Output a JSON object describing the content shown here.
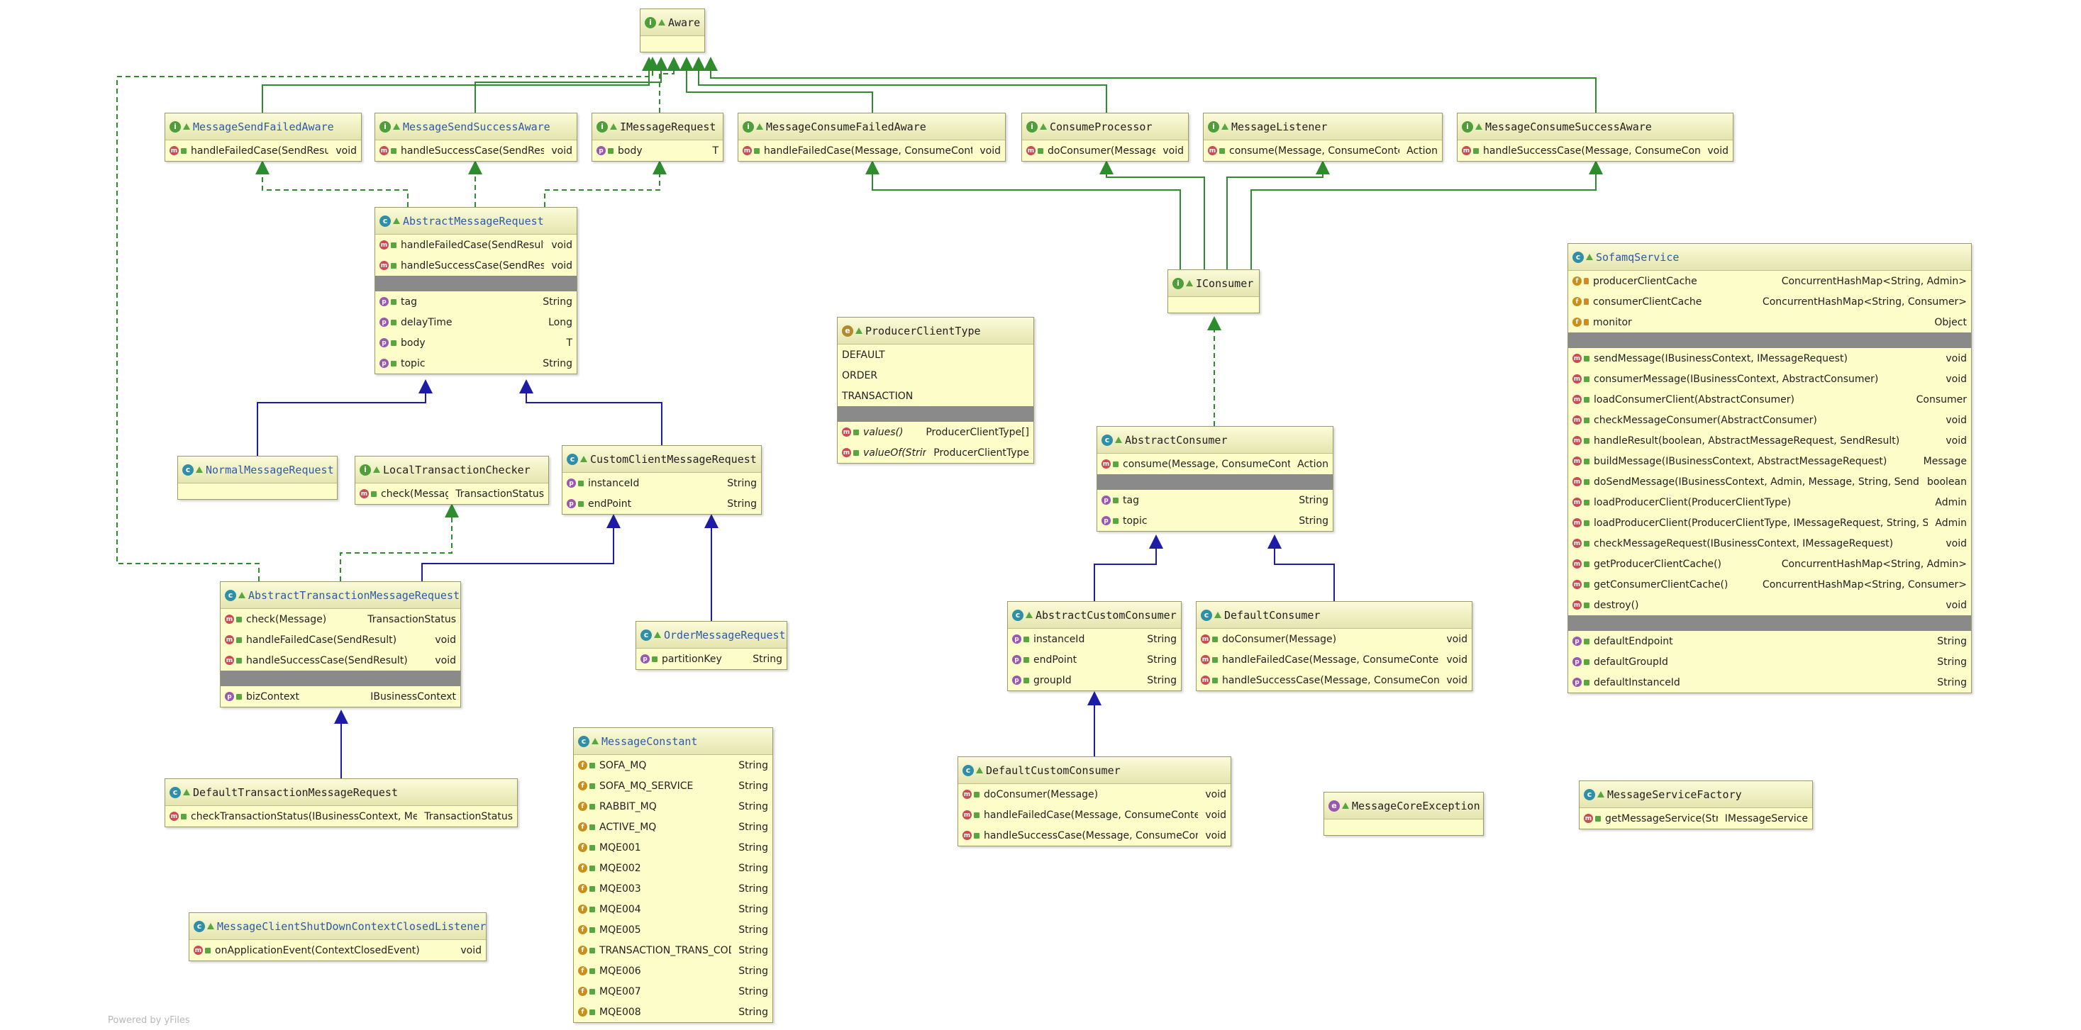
{
  "footer_text": "Powered by yFiles",
  "colors": {
    "node_fill": "#fdfdc9",
    "implements_edge": "#2e8b2e",
    "extends_edge": "#1c1ca6",
    "class_icon": "#2f8fa8",
    "interface_icon": "#4f9e3a",
    "method_icon": "#cc4a52",
    "field_icon": "#c98f1c",
    "property_icon": "#9a58b0"
  },
  "nodes": [
    {
      "id": "Aware",
      "kind": "interface",
      "title": "Aware",
      "sections": [
        []
      ]
    },
    {
      "id": "MessageSendFailedAware",
      "kind": "interface",
      "title": "MessageSendFailedAware",
      "abstract": true,
      "sections": [
        [
          {
            "icon": "m",
            "name": "handleFailedCase(SendResult)",
            "type": "void"
          }
        ]
      ]
    },
    {
      "id": "MessageSendSuccessAware",
      "kind": "interface",
      "title": "MessageSendSuccessAware",
      "abstract": true,
      "sections": [
        [
          {
            "icon": "m",
            "name": "handleSuccessCase(SendResult)",
            "type": "void"
          }
        ]
      ]
    },
    {
      "id": "IMessageRequest",
      "kind": "interface",
      "title": "IMessageRequest",
      "sections": [
        [
          {
            "icon": "p",
            "name": "body",
            "type": "T"
          }
        ]
      ]
    },
    {
      "id": "MessageConsumeFailedAware",
      "kind": "interface",
      "title": "MessageConsumeFailedAware",
      "sections": [
        [
          {
            "icon": "m",
            "name": "handleFailedCase(Message, ConsumeContext)",
            "type": "void"
          }
        ]
      ]
    },
    {
      "id": "ConsumeProcessor",
      "kind": "interface",
      "title": "ConsumeProcessor",
      "sections": [
        [
          {
            "icon": "m",
            "name": "doConsumer(Message)",
            "type": "void"
          }
        ]
      ]
    },
    {
      "id": "MessageListener",
      "kind": "interface",
      "title": "MessageListener",
      "sections": [
        [
          {
            "icon": "m",
            "name": "consume(Message, ConsumeContext)",
            "type": "Action"
          }
        ]
      ]
    },
    {
      "id": "MessageConsumeSuccessAware",
      "kind": "interface",
      "title": "MessageConsumeSuccessAware",
      "sections": [
        [
          {
            "icon": "m",
            "name": "handleSuccessCase(Message, ConsumeContext)",
            "type": "void"
          }
        ]
      ]
    },
    {
      "id": "AbstractMessageRequest",
      "kind": "class",
      "title": "AbstractMessageRequest",
      "abstract": true,
      "sections": [
        [
          {
            "icon": "m",
            "name": "handleFailedCase(SendResult)",
            "type": "void"
          },
          {
            "icon": "m",
            "name": "handleSuccessCase(SendResult)",
            "type": "void"
          }
        ],
        [
          {
            "icon": "p",
            "name": "tag",
            "type": "String"
          },
          {
            "icon": "p",
            "name": "delayTime",
            "type": "Long"
          },
          {
            "icon": "p",
            "name": "body",
            "type": "T"
          },
          {
            "icon": "p",
            "name": "topic",
            "type": "String"
          }
        ]
      ]
    },
    {
      "id": "IConsumer",
      "kind": "interface",
      "title": "IConsumer",
      "sections": [
        []
      ]
    },
    {
      "id": "SofamqService",
      "kind": "class",
      "title": "SofamqService",
      "abstract": true,
      "sections": [
        [
          {
            "icon": "f",
            "vis": "priv",
            "name": "producerClientCache",
            "type": "ConcurrentHashMap<String, Admin>"
          },
          {
            "icon": "f",
            "vis": "priv",
            "name": "consumerClientCache",
            "type": "ConcurrentHashMap<String, Consumer>"
          },
          {
            "icon": "f",
            "vis": "priv",
            "name": "monitor",
            "type": "Object"
          }
        ],
        [
          {
            "icon": "m",
            "name": "sendMessage(IBusinessContext, IMessageRequest)",
            "type": "void"
          },
          {
            "icon": "m",
            "name": "consumerMessage(IBusinessContext, AbstractConsumer)",
            "type": "void"
          },
          {
            "icon": "m",
            "name": "loadConsumerClient(AbstractConsumer)",
            "type": "Consumer"
          },
          {
            "icon": "m",
            "name": "checkMessageConsumer(AbstractConsumer)",
            "type": "void"
          },
          {
            "icon": "m",
            "name": "handleResult(boolean, AbstractMessageRequest, SendResult)",
            "type": "void"
          },
          {
            "icon": "m",
            "name": "buildMessage(IBusinessContext, AbstractMessageRequest)",
            "type": "Message"
          },
          {
            "icon": "m",
            "name": "doSendMessage(IBusinessContext, Admin, Message, String, SendResult)",
            "type": "boolean"
          },
          {
            "icon": "m",
            "name": "loadProducerClient(ProducerClientType)",
            "type": "Admin"
          },
          {
            "icon": "m",
            "name": "loadProducerClient(ProducerClientType, IMessageRequest, String, String)",
            "type": "Admin"
          },
          {
            "icon": "m",
            "name": "checkMessageRequest(IBusinessContext, IMessageRequest)",
            "type": "void"
          },
          {
            "icon": "m",
            "name": "getProducerClientCache()",
            "type": "ConcurrentHashMap<String, Admin>"
          },
          {
            "icon": "m",
            "name": "getConsumerClientCache()",
            "type": "ConcurrentHashMap<String, Consumer>"
          },
          {
            "icon": "m",
            "name": "destroy()",
            "type": "void"
          }
        ],
        [
          {
            "icon": "p",
            "name": "defaultEndpoint",
            "type": "String"
          },
          {
            "icon": "p",
            "name": "defaultGroupId",
            "type": "String"
          },
          {
            "icon": "p",
            "name": "defaultInstanceId",
            "type": "String"
          }
        ]
      ]
    },
    {
      "id": "ProducerClientType",
      "kind": "enum",
      "title": "ProducerClientType",
      "sections": [
        [
          {
            "icon": "",
            "name": "DEFAULT",
            "type": ""
          },
          {
            "icon": "",
            "name": "ORDER",
            "type": ""
          },
          {
            "icon": "",
            "name": "TRANSACTION",
            "type": ""
          }
        ],
        [
          {
            "icon": "m",
            "name": "values()",
            "italic": true,
            "type": "ProducerClientType[]"
          },
          {
            "icon": "m",
            "name": "valueOf(String)",
            "italic": true,
            "type": "ProducerClientType"
          }
        ]
      ]
    },
    {
      "id": "NormalMessageRequest",
      "kind": "class",
      "title": "NormalMessageRequest",
      "abstract": true,
      "sections": [
        []
      ]
    },
    {
      "id": "LocalTransactionChecker",
      "kind": "interface",
      "title": "LocalTransactionChecker",
      "sections": [
        [
          {
            "icon": "m",
            "name": "check(Message)",
            "type": "TransactionStatus"
          }
        ]
      ]
    },
    {
      "id": "CustomClientMessageRequest",
      "kind": "class",
      "title": "CustomClientMessageRequest",
      "sections": [
        [
          {
            "icon": "p",
            "name": "instanceId",
            "type": "String"
          },
          {
            "icon": "p",
            "name": "endPoint",
            "type": "String"
          }
        ]
      ]
    },
    {
      "id": "AbstractConsumer",
      "kind": "class",
      "title": "AbstractConsumer",
      "sections": [
        [
          {
            "icon": "m",
            "name": "consume(Message, ConsumeContext)",
            "type": "Action"
          }
        ],
        [
          {
            "icon": "p",
            "name": "tag",
            "type": "String"
          },
          {
            "icon": "p",
            "name": "topic",
            "type": "String"
          }
        ]
      ]
    },
    {
      "id": "AbstractTransactionMessageRequest",
      "kind": "class",
      "title": "AbstractTransactionMessageRequest",
      "abstract": true,
      "sections": [
        [
          {
            "icon": "m",
            "name": "check(Message)",
            "type": "TransactionStatus"
          },
          {
            "icon": "m",
            "name": "handleFailedCase(SendResult)",
            "type": "void"
          },
          {
            "icon": "m",
            "name": "handleSuccessCase(SendResult)",
            "type": "void"
          }
        ],
        [
          {
            "icon": "p",
            "name": "bizContext",
            "type": "IBusinessContext"
          }
        ]
      ]
    },
    {
      "id": "OrderMessageRequest",
      "kind": "class",
      "title": "OrderMessageRequest",
      "abstract": true,
      "sections": [
        [
          {
            "icon": "p",
            "name": "partitionKey",
            "type": "String"
          }
        ]
      ]
    },
    {
      "id": "AbstractCustomConsumer",
      "kind": "class",
      "title": "AbstractCustomConsumer",
      "sections": [
        [
          {
            "icon": "p",
            "name": "instanceId",
            "type": "String"
          },
          {
            "icon": "p",
            "name": "endPoint",
            "type": "String"
          },
          {
            "icon": "p",
            "name": "groupId",
            "type": "String"
          }
        ]
      ]
    },
    {
      "id": "DefaultConsumer",
      "kind": "class",
      "title": "DefaultConsumer",
      "sections": [
        [
          {
            "icon": "m",
            "name": "doConsumer(Message)",
            "type": "void"
          },
          {
            "icon": "m",
            "name": "handleFailedCase(Message, ConsumeContext)",
            "type": "void"
          },
          {
            "icon": "m",
            "name": "handleSuccessCase(Message, ConsumeContext)",
            "type": "void"
          }
        ]
      ]
    },
    {
      "id": "MessageConstant",
      "kind": "class",
      "title": "MessageConstant",
      "abstract": true,
      "sections": [
        [
          {
            "icon": "f",
            "name": "SOFA_MQ",
            "type": "String"
          },
          {
            "icon": "f",
            "name": "SOFA_MQ_SERVICE",
            "type": "String"
          },
          {
            "icon": "f",
            "name": "RABBIT_MQ",
            "type": "String"
          },
          {
            "icon": "f",
            "name": "ACTIVE_MQ",
            "type": "String"
          },
          {
            "icon": "f",
            "name": "MQE001",
            "type": "String"
          },
          {
            "icon": "f",
            "name": "MQE002",
            "type": "String"
          },
          {
            "icon": "f",
            "name": "MQE003",
            "type": "String"
          },
          {
            "icon": "f",
            "name": "MQE004",
            "type": "String"
          },
          {
            "icon": "f",
            "name": "MQE005",
            "type": "String"
          },
          {
            "icon": "f",
            "name": "TRANSACTION_TRANS_CODE",
            "type": "String"
          },
          {
            "icon": "f",
            "name": "MQE006",
            "type": "String"
          },
          {
            "icon": "f",
            "name": "MQE007",
            "type": "String"
          },
          {
            "icon": "f",
            "name": "MQE008",
            "type": "String"
          }
        ]
      ]
    },
    {
      "id": "DefaultTransactionMessageRequest",
      "kind": "class",
      "title": "DefaultTransactionMessageRequest",
      "sections": [
        [
          {
            "icon": "m",
            "name": "checkTransactionStatus(IBusinessContext, Message)",
            "type": "TransactionStatus"
          }
        ]
      ]
    },
    {
      "id": "DefaultCustomConsumer",
      "kind": "class",
      "title": "DefaultCustomConsumer",
      "sections": [
        [
          {
            "icon": "m",
            "name": "doConsumer(Message)",
            "type": "void"
          },
          {
            "icon": "m",
            "name": "handleFailedCase(Message, ConsumeContext)",
            "type": "void"
          },
          {
            "icon": "m",
            "name": "handleSuccessCase(Message, ConsumeContext)",
            "type": "void"
          }
        ]
      ]
    },
    {
      "id": "MessageCoreException",
      "kind": "exception",
      "title": "MessageCoreException",
      "sections": [
        []
      ]
    },
    {
      "id": "MessageServiceFactory",
      "kind": "class",
      "title": "MessageServiceFactory",
      "sections": [
        [
          {
            "icon": "m",
            "name": "getMessageService(String)",
            "type": "IMessageService"
          }
        ]
      ]
    },
    {
      "id": "MessageClientShutDownContextClosedListener",
      "kind": "class",
      "title": "MessageClientShutDownContextClosedListener",
      "abstract": true,
      "sections": [
        [
          {
            "icon": "m",
            "name": "onApplicationEvent(ContextClosedEvent)",
            "type": "void"
          }
        ]
      ]
    }
  ],
  "edges": [
    {
      "from": "MessageSendFailedAware",
      "to": "Aware",
      "kind": "extends-interface"
    },
    {
      "from": "MessageSendSuccessAware",
      "to": "Aware",
      "kind": "extends-interface"
    },
    {
      "from": "MessageConsumeFailedAware",
      "to": "Aware",
      "kind": "extends-interface"
    },
    {
      "from": "ConsumeProcessor",
      "to": "Aware",
      "kind": "extends-interface"
    },
    {
      "from": "MessageConsumeSuccessAware",
      "to": "Aware",
      "kind": "extends-interface"
    },
    {
      "from": "IMessageRequest",
      "to": "Aware",
      "kind": "implements"
    },
    {
      "from": "AbstractTransactionMessageRequest",
      "to": "Aware",
      "kind": "implements"
    },
    {
      "from": "AbstractMessageRequest",
      "to": "MessageSendFailedAware",
      "kind": "implements"
    },
    {
      "from": "AbstractMessageRequest",
      "to": "MessageSendSuccessAware",
      "kind": "implements"
    },
    {
      "from": "AbstractMessageRequest",
      "to": "IMessageRequest",
      "kind": "implements"
    },
    {
      "from": "IConsumer",
      "to": "MessageConsumeFailedAware",
      "kind": "extends-interface"
    },
    {
      "from": "IConsumer",
      "to": "ConsumeProcessor",
      "kind": "extends-interface"
    },
    {
      "from": "IConsumer",
      "to": "MessageListener",
      "kind": "extends-interface"
    },
    {
      "from": "IConsumer",
      "to": "MessageConsumeSuccessAware",
      "kind": "extends-interface"
    },
    {
      "from": "AbstractConsumer",
      "to": "IConsumer",
      "kind": "implements"
    },
    {
      "from": "NormalMessageRequest",
      "to": "AbstractMessageRequest",
      "kind": "extends"
    },
    {
      "from": "CustomClientMessageRequest",
      "to": "AbstractMessageRequest",
      "kind": "extends"
    },
    {
      "from": "AbstractTransactionMessageRequest",
      "to": "LocalTransactionChecker",
      "kind": "implements"
    },
    {
      "from": "AbstractTransactionMessageRequest",
      "to": "CustomClientMessageRequest",
      "kind": "extends"
    },
    {
      "from": "OrderMessageRequest",
      "to": "CustomClientMessageRequest",
      "kind": "extends"
    },
    {
      "from": "DefaultTransactionMessageRequest",
      "to": "AbstractTransactionMessageRequest",
      "kind": "extends"
    },
    {
      "from": "AbstractCustomConsumer",
      "to": "AbstractConsumer",
      "kind": "extends"
    },
    {
      "from": "DefaultConsumer",
      "to": "AbstractConsumer",
      "kind": "extends"
    },
    {
      "from": "DefaultCustomConsumer",
      "to": "AbstractCustomConsumer",
      "kind": "extends"
    }
  ]
}
